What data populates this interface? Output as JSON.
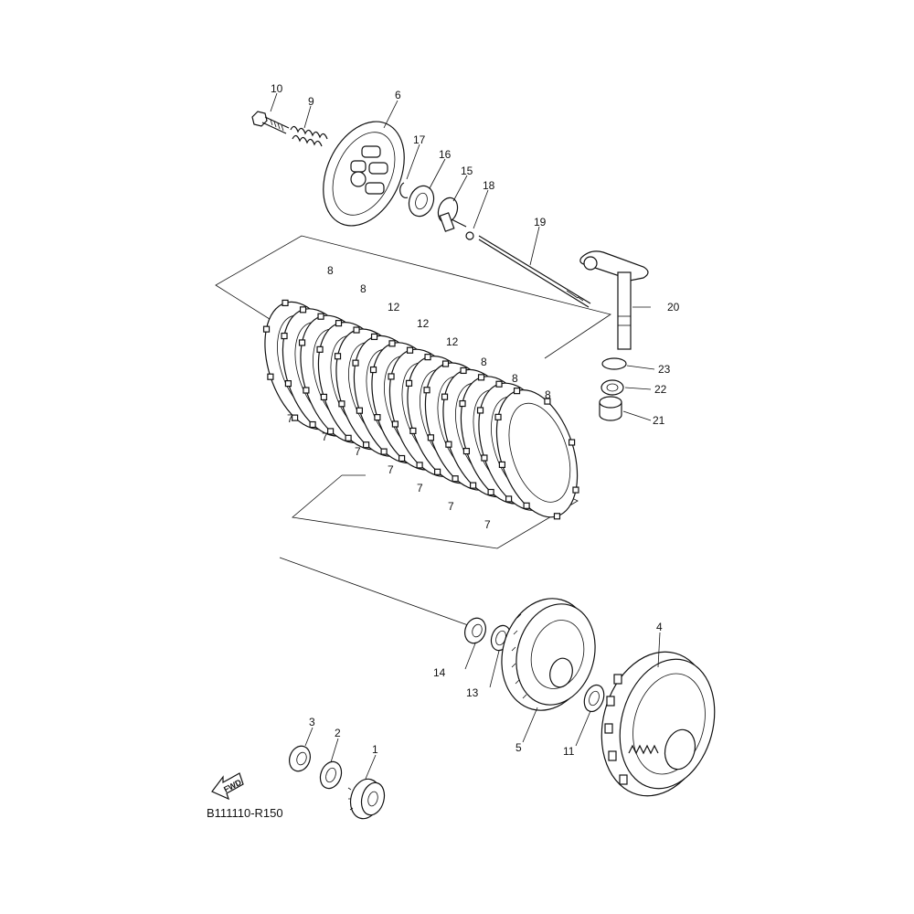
{
  "diagram": {
    "ref_code": "B111110-R150",
    "fwd_label": "FWD",
    "callouts": [
      {
        "id": "c10",
        "text": "10"
      },
      {
        "id": "c9",
        "text": "9"
      },
      {
        "id": "c6",
        "text": "6"
      },
      {
        "id": "c17",
        "text": "17"
      },
      {
        "id": "c16",
        "text": "16"
      },
      {
        "id": "c15",
        "text": "15"
      },
      {
        "id": "c18",
        "text": "18"
      },
      {
        "id": "c19",
        "text": "19"
      },
      {
        "id": "c20",
        "text": "20"
      },
      {
        "id": "c23",
        "text": "23"
      },
      {
        "id": "c22",
        "text": "22"
      },
      {
        "id": "c21",
        "text": "21"
      },
      {
        "id": "c8a",
        "text": "8"
      },
      {
        "id": "c8b",
        "text": "8"
      },
      {
        "id": "c12a",
        "text": "12"
      },
      {
        "id": "c12b",
        "text": "12"
      },
      {
        "id": "c12c",
        "text": "12"
      },
      {
        "id": "c8c",
        "text": "8"
      },
      {
        "id": "c8d",
        "text": "8"
      },
      {
        "id": "c8e",
        "text": "8"
      },
      {
        "id": "c7a",
        "text": "7"
      },
      {
        "id": "c7b",
        "text": "7"
      },
      {
        "id": "c7c",
        "text": "7"
      },
      {
        "id": "c7d",
        "text": "7"
      },
      {
        "id": "c7e",
        "text": "7"
      },
      {
        "id": "c7f",
        "text": "7"
      },
      {
        "id": "c7g",
        "text": "7"
      },
      {
        "id": "c14",
        "text": "14"
      },
      {
        "id": "c13",
        "text": "13"
      },
      {
        "id": "c5",
        "text": "5"
      },
      {
        "id": "c4",
        "text": "4"
      },
      {
        "id": "c11",
        "text": "11"
      },
      {
        "id": "c3",
        "text": "3"
      },
      {
        "id": "c2",
        "text": "2"
      },
      {
        "id": "c1",
        "text": "1"
      }
    ]
  }
}
